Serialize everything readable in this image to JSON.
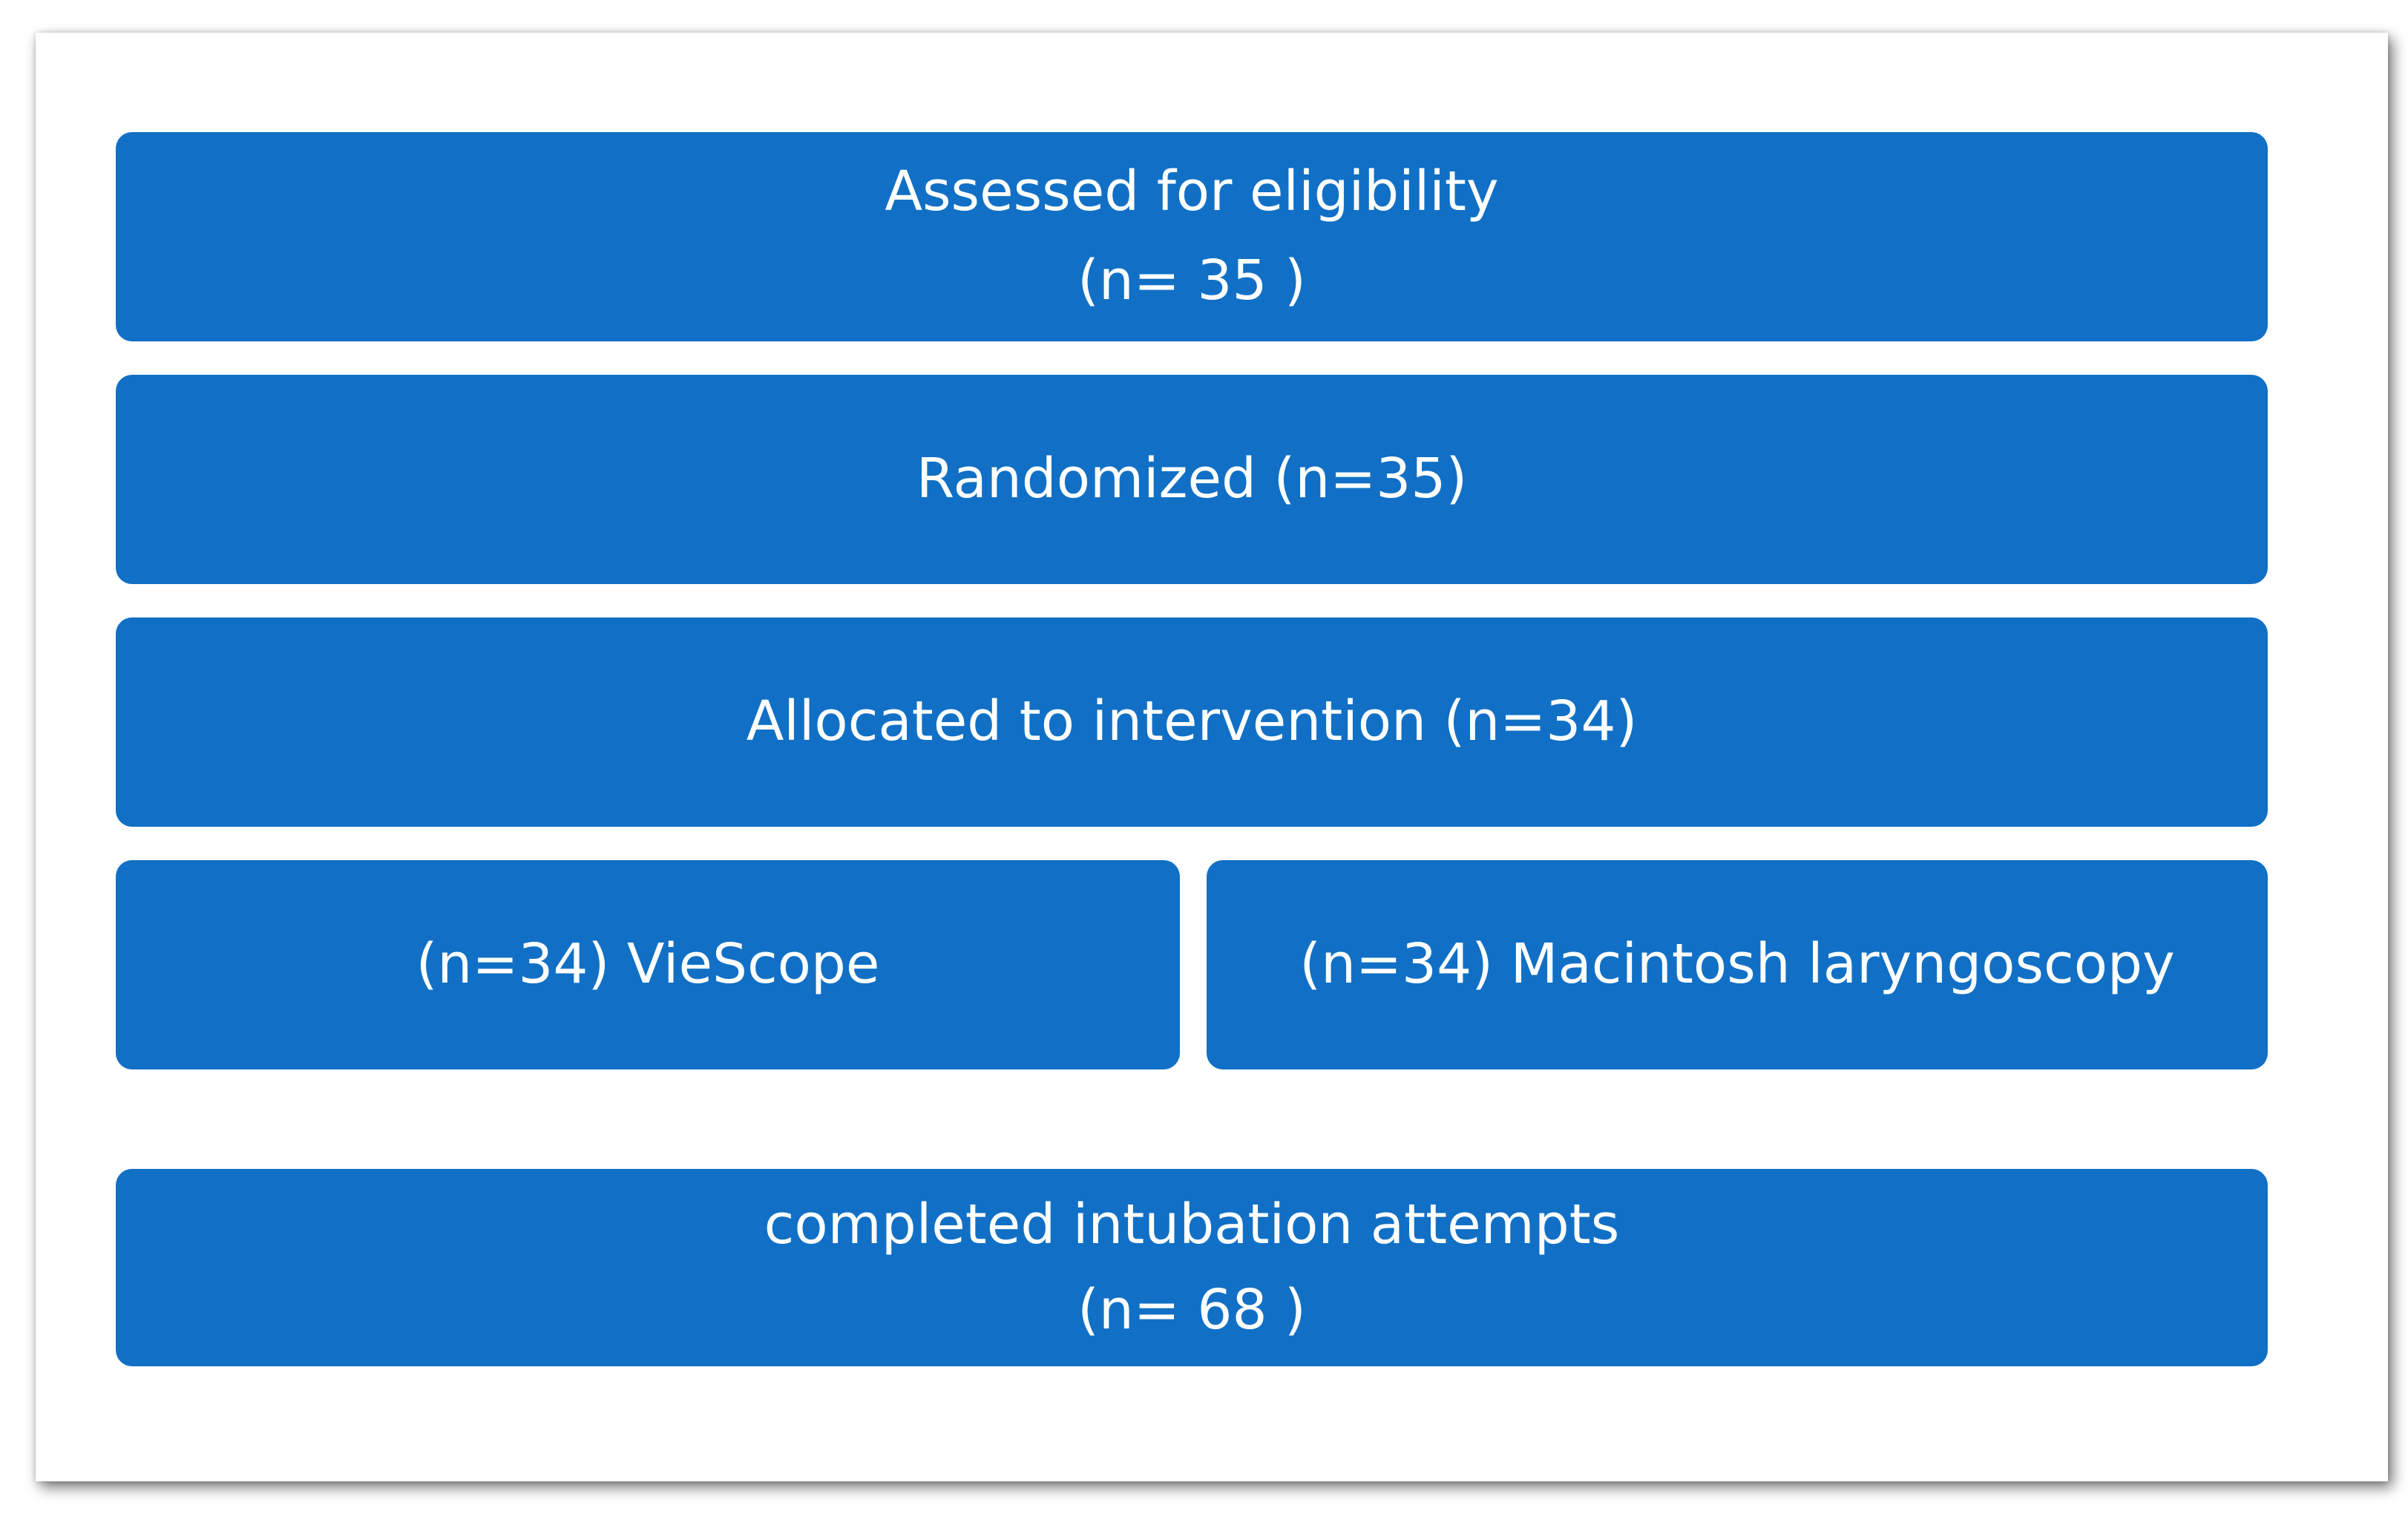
{
  "colors": {
    "box_fill": "#1170c5",
    "box_text": "#ffffff",
    "background": "#ffffff"
  },
  "flowchart": {
    "assessed": {
      "label": "Assessed for eligibility",
      "count": "(n= 35 )"
    },
    "randomized": {
      "label": "Randomized (n=35)"
    },
    "allocated": {
      "label": "Allocated to intervention (n=34)"
    },
    "arms": [
      {
        "label": "(n=34) VieScope"
      },
      {
        "label": "(n=34) Macintosh laryngoscopy"
      }
    ],
    "completed": {
      "label": "completed intubation attempts",
      "count": "(n= 68 )"
    }
  }
}
